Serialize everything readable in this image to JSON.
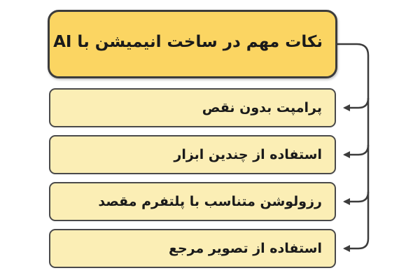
{
  "diagram": {
    "title": "نکات مهم در ساخت انیمیشن با AI",
    "items": [
      "پرامپت بدون نقص",
      "استفاده از چندین ابزار",
      "رزولوشن متناسب با پلتفرم مقصد",
      "استفاده از تصویر مرجع"
    ]
  },
  "colors": {
    "title_fill": "#fbd562",
    "item_fill": "#fbeeb5",
    "stroke": "#3c3c3c"
  }
}
